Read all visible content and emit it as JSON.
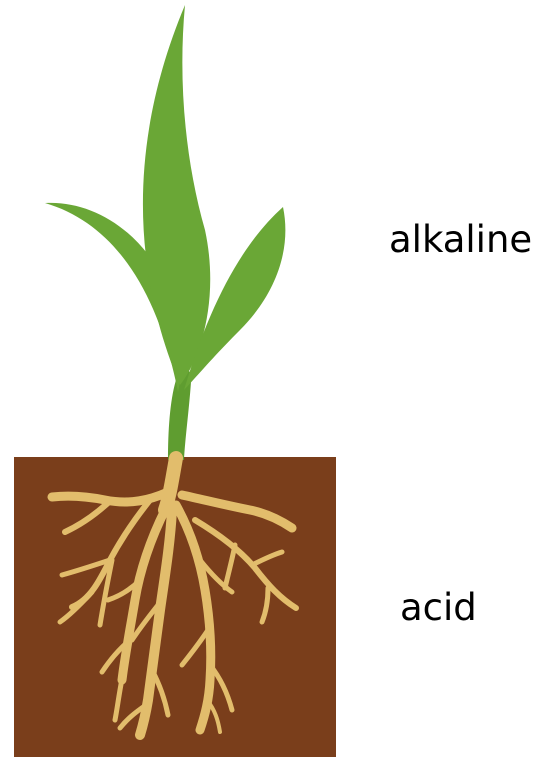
{
  "labels": {
    "top": "alkaline",
    "bottom": "acid"
  },
  "colors": {
    "background": "#ffffff",
    "soil": "#7a3e1b",
    "leaf": "#6aa736",
    "stem": "#5f9d30",
    "root": "#e2bd6c",
    "text": "#000000"
  },
  "illustration": {
    "subject": "plant-with-roots-in-soil",
    "leaf_count": 3
  }
}
